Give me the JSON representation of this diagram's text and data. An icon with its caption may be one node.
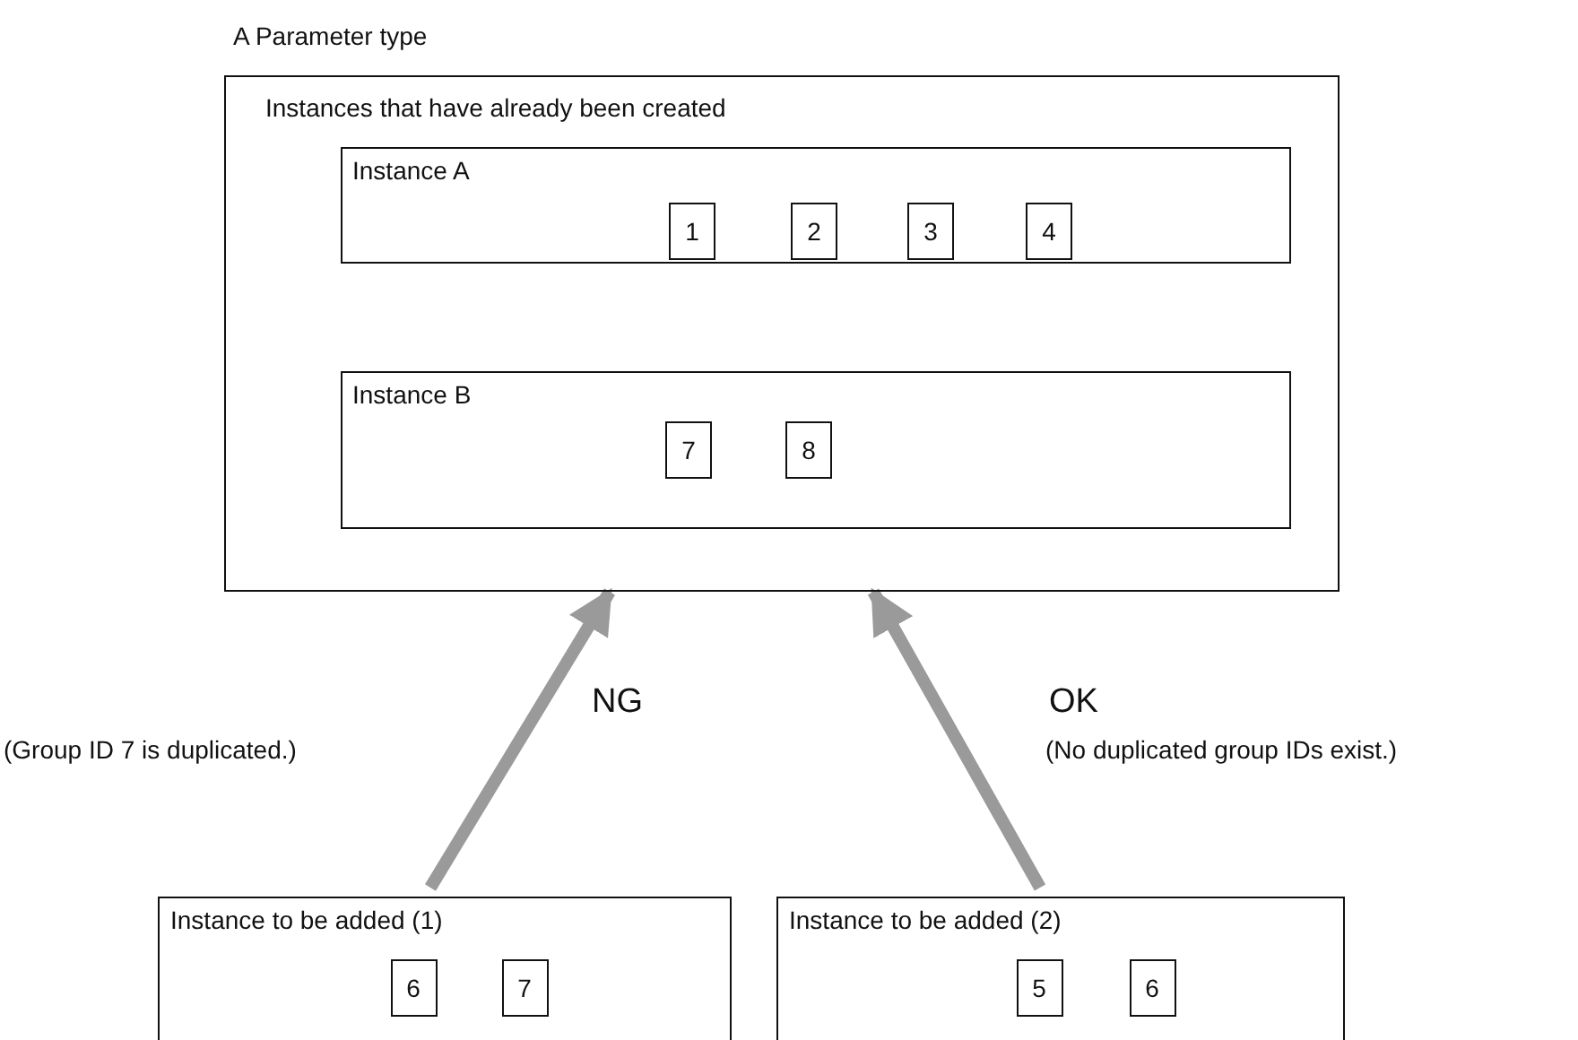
{
  "diagram": {
    "nodes": [
      {
        "text": [
          "A Parameter type",
          "Instances that have already been created"
        ]
      },
      {
        "text": [
          "Instance A"
        ],
        "in": 0
      },
      {
        "text": [
          "1"
        ],
        "in": 1
      },
      {
        "text": [
          "2"
        ],
        "in": 1
      },
      {
        "text": [
          "3"
        ],
        "in": 1
      },
      {
        "text": [
          "4"
        ],
        "in": 1
      },
      {
        "text": [
          "Instance B"
        ],
        "in": 0
      },
      {
        "text": [
          "7"
        ],
        "in": 6
      },
      {
        "text": [
          "8"
        ],
        "in": 6
      },
      {
        "text": [
          "Instance to be added (1)"
        ]
      },
      {
        "text": [
          "6"
        ],
        "in": 9
      },
      {
        "text": [
          "7"
        ],
        "in": 9
      },
      {
        "text": [
          "Instance to be added (2)"
        ]
      },
      {
        "text": [
          "5"
        ],
        "in": 12
      },
      {
        "text": [
          "6"
        ],
        "in": 12
      }
    ],
    "edges": [
      {
        "from": 9,
        "to": 0,
        "arrow": "to",
        "label": "NG"
      },
      {
        "from": 12,
        "to": 0,
        "arrow": "to",
        "label": "OK"
      }
    ],
    "labels": [
      "(Group ID 7 is duplicated.)",
      "(No duplicated group IDs exist.)"
    ]
  }
}
